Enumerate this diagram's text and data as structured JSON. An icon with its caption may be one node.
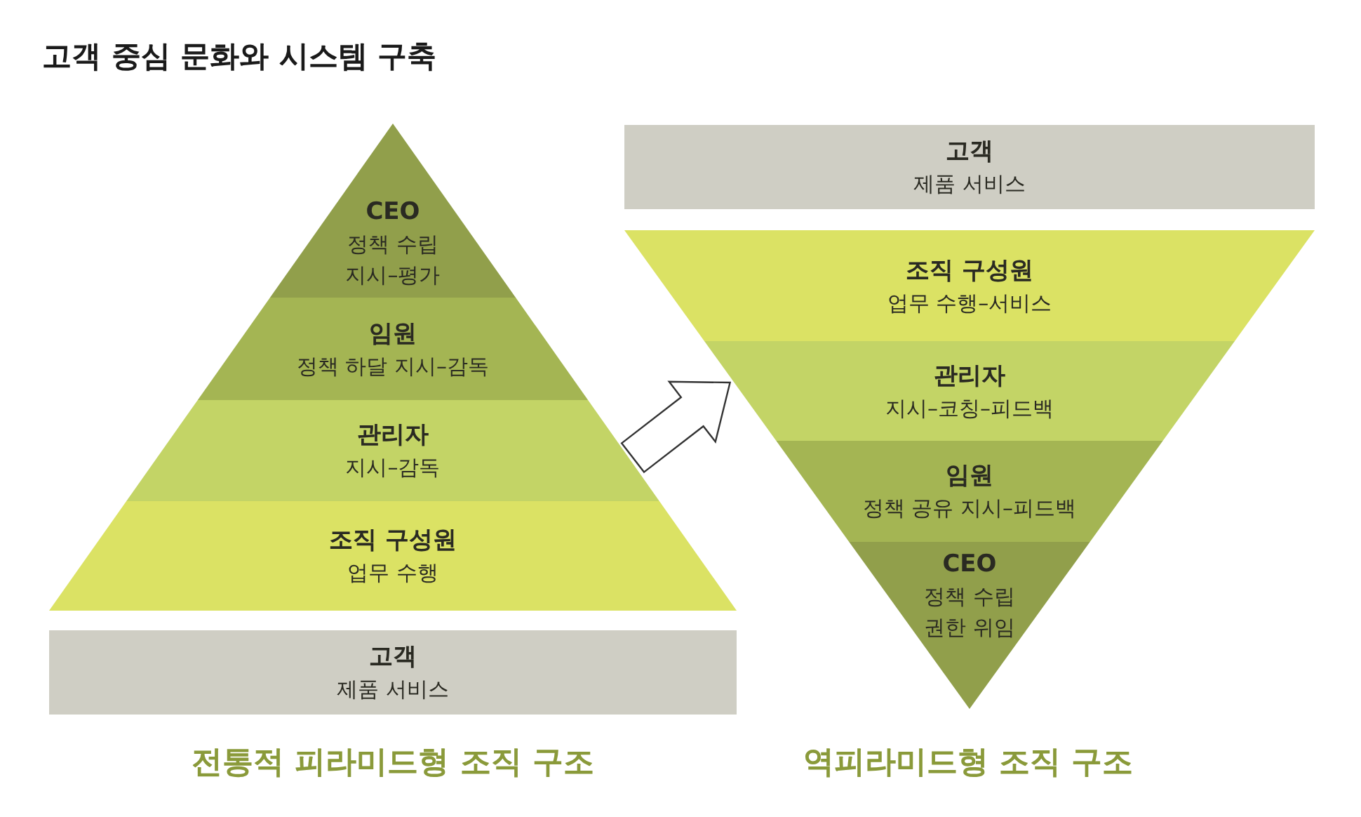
{
  "diagram": {
    "title": "고객 중심 문화와 시스템 구축",
    "nodes": [
      {
        "text": [
          "CEO",
          "정책 수립",
          "지시–평가"
        ]
      },
      {
        "text": [
          "임원",
          "정책 하달 지시–감독"
        ]
      },
      {
        "text": [
          "관리자",
          "지시–감독"
        ]
      },
      {
        "text": [
          "조직 구성원",
          "업무 수행"
        ]
      },
      {
        "text": [
          "고객",
          "제품 서비스"
        ]
      },
      {
        "text": [
          "고객",
          "제품 서비스"
        ]
      },
      {
        "text": [
          "조직 구성원",
          "업무 수행–서비스"
        ]
      },
      {
        "text": [
          "관리자",
          "지시–코칭–피드백"
        ]
      },
      {
        "text": [
          "임원",
          "정책 공유 지시–피드백"
        ]
      },
      {
        "text": [
          "CEO",
          "정책 수립",
          "권한 위임"
        ]
      }
    ],
    "edges": [
      {
        "from": 2,
        "to": 7,
        "arrow": "to"
      }
    ],
    "labels": [
      "전통적 피라미드형 조직 구조",
      "역피라미드형 조직 구조"
    ]
  }
}
